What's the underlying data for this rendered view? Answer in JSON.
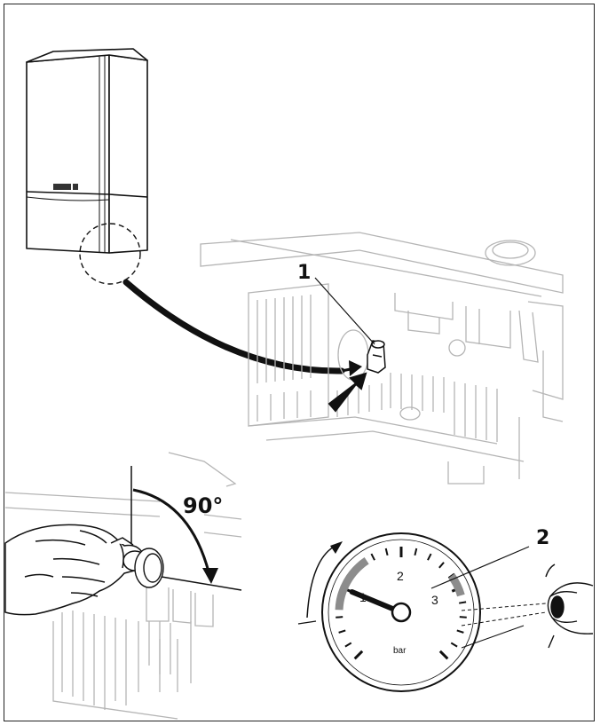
{
  "callouts": {
    "one": "1",
    "two": "2",
    "angle": "90°"
  },
  "gauge": {
    "ticks": [
      "1",
      "2",
      "3"
    ],
    "unit": "bar",
    "pointer_value_bar": 1.0,
    "scale_min_bar": 0,
    "scale_max_bar": 4
  },
  "icons": {
    "boiler": "boiler-icon",
    "hand": "hand-icon",
    "eye": "eye-icon"
  },
  "colors": {
    "line": "#111111",
    "faint_line": "#b5b5b5",
    "gauge_band": "#8c8c8c"
  }
}
